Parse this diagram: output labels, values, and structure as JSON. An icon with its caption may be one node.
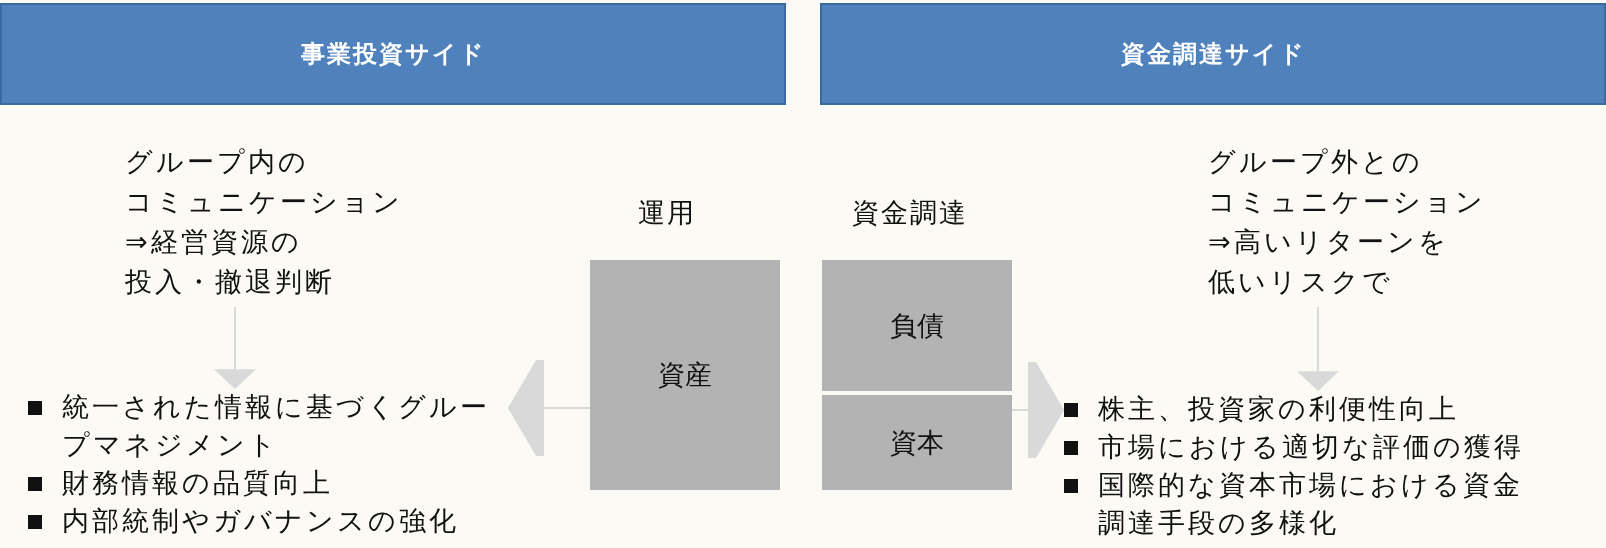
{
  "diagram": {
    "nodes": [
      {
        "text": [
          "事業投資サイド"
        ]
      },
      {
        "text": [
          "資金調達サイド"
        ]
      },
      {
        "text": [
          "グループ内のコミュニケーション⇒経営資源の投入・撤退判断"
        ]
      },
      {
        "text": [
          "統一された情報に基づくグループマネジメント",
          "財務情報の品質向上",
          "内部統制やガバナンスの強化"
        ]
      },
      {
        "text": [
          "運用",
          "資産"
        ]
      },
      {
        "text": [
          "資金調達"
        ]
      },
      {
        "text": [
          "負債"
        ],
        "in": 5
      },
      {
        "text": [
          "資本"
        ],
        "in": 5
      },
      {
        "text": [
          "グループ外とのコミュニケーション⇒高いリターンを低いリスクで"
        ]
      },
      {
        "text": [
          "株主、投資家の利便性向上",
          "市場における適切な評価の獲得",
          "国際的な資本市場における資金調達手段の多様化"
        ]
      }
    ],
    "edges": [
      {
        "from": 2,
        "to": 3,
        "arrow": "to"
      },
      {
        "from": 4,
        "to": 3,
        "arrow": "to"
      },
      {
        "from": 5,
        "to": 9,
        "arrow": "to"
      },
      {
        "from": 8,
        "to": 9,
        "arrow": "to"
      }
    ]
  }
}
